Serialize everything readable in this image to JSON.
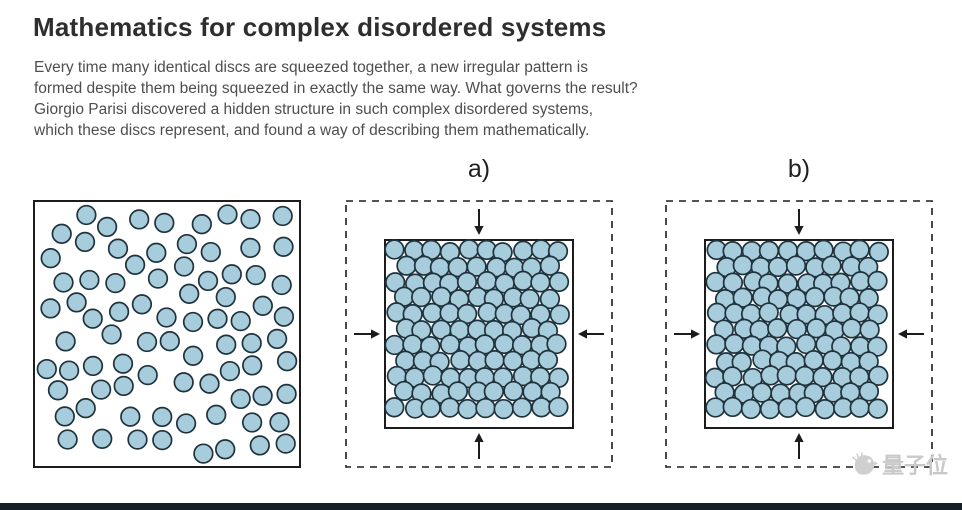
{
  "page": {
    "title": "Mathematics for complex disordered systems",
    "description_lines": [
      "Every time many identical discs are squeezed together, a new irregular pattern is",
      "formed despite them being squeezed in exactly the same way. What governs the result?",
      "Giorgio Parisi discovered a hidden structure in such complex disordered systems,",
      "which these discs represent, and found a way of describing them mathematically."
    ]
  },
  "panels": {
    "loose": {
      "disc_count": 80
    },
    "a": {
      "label": "a)",
      "disc_count": 105
    },
    "b": {
      "label": "b)",
      "disc_count": 105
    }
  },
  "watermark": {
    "text": "量子位",
    "icon": "qbitai-bird-logo"
  },
  "colors": {
    "disc_fill": "#a7ccdc",
    "disc_stroke": "#20333d",
    "line": "#1c1c1c",
    "title_text": "#2e2e2e",
    "body_text": "#4e4e4e",
    "watermark": "#c9c9c9",
    "bottom_bar": "#151f28"
  }
}
